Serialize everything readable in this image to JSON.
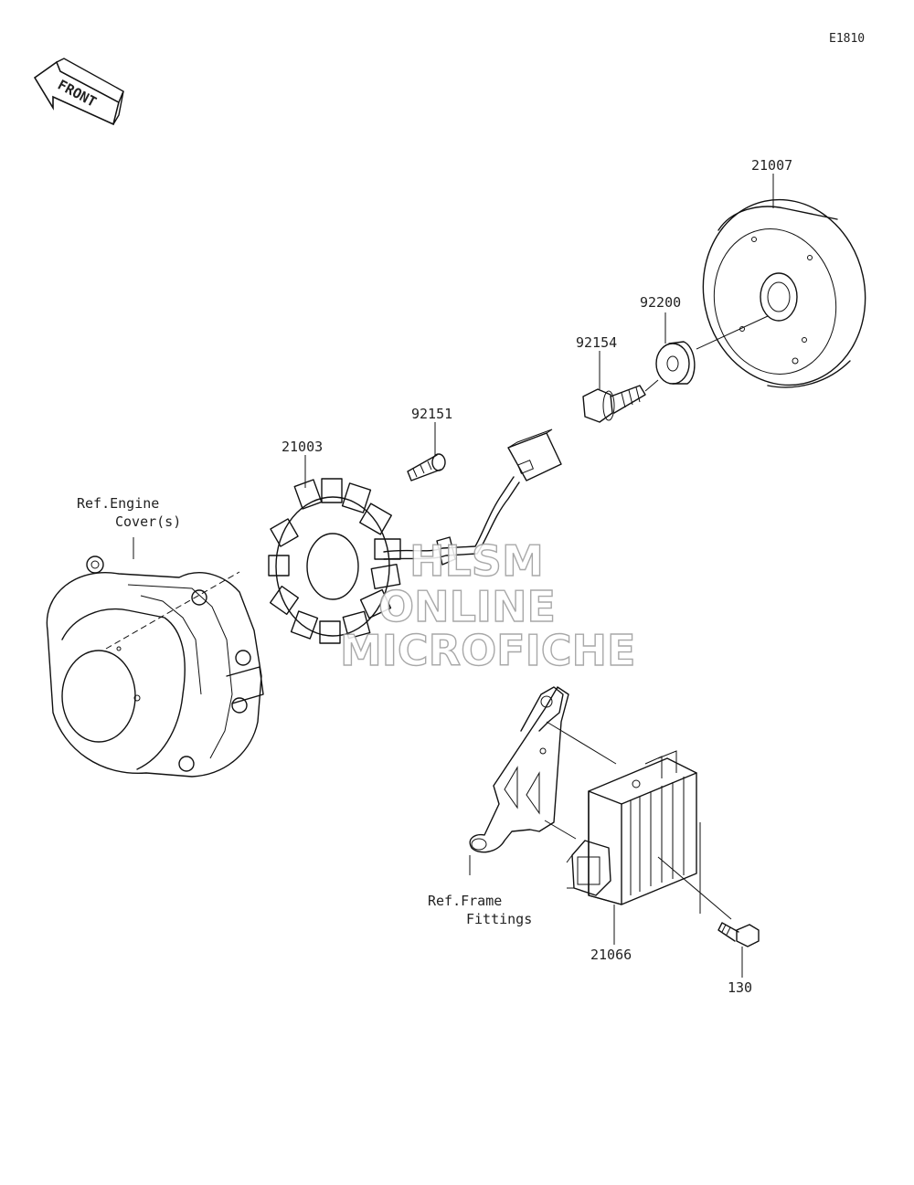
{
  "diagram_code": "E1810",
  "front_label": "FRONT",
  "parts": [
    {
      "id": "p-21007",
      "number": "21007"
    },
    {
      "id": "p-92200",
      "number": "92200"
    },
    {
      "id": "p-92154",
      "number": "92154"
    },
    {
      "id": "p-92151",
      "number": "92151"
    },
    {
      "id": "p-21003",
      "number": "21003"
    },
    {
      "id": "p-21066",
      "number": "21066"
    },
    {
      "id": "p-130",
      "number": "130"
    }
  ],
  "references": {
    "engine_cover_line1": "Ref.Engine",
    "engine_cover_line2": "Cover(s)",
    "frame_fittings_line1": "Ref.Frame",
    "frame_fittings_line2": "Fittings"
  },
  "watermark": {
    "line1": "HLSM",
    "line2": "ONLINE",
    "line3": "MICROFICHE"
  }
}
